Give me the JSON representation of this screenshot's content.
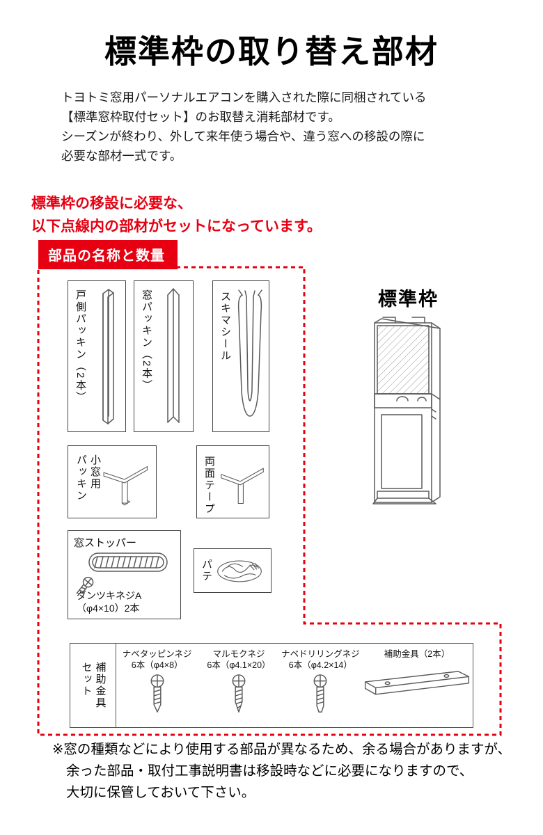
{
  "colors": {
    "accent": "#e60012",
    "label_bg": "#d7000f",
    "line_art": "#5a5a5a"
  },
  "header": {
    "title": "標準枠の取り替え部材"
  },
  "intro": {
    "text": "トヨトミ窓用パーソナルエアコンを購入された際に同梱されている\n【標準窓枠取付セット】のお取替え消耗部材です。\nシーズンが終わり、外して来年使う場合や、違う窓への移設の際に\n必要な部材一式です。"
  },
  "red_note": {
    "text": "標準枠の移設に必要な、\n以下点線内の部材がセットになっています。"
  },
  "section": {
    "label": "部品の名称と数量"
  },
  "parts": {
    "door_packing": {
      "label": "戸側パッキン（2本）"
    },
    "window_packing": {
      "label": "窓パッキン（2本）"
    },
    "gap_seal": {
      "label": "スキマシール"
    },
    "small_window_packing": {
      "label": "小窓用\nパッキン"
    },
    "double_sided_tape": {
      "label": "両面テープ"
    },
    "window_stopper": {
      "label": "窓ストッパー",
      "screw_note": "ダンツキネジA\n（φ4×10）2本"
    },
    "putty": {
      "label": "パテ"
    }
  },
  "frame": {
    "label": "標準枠"
  },
  "table": {
    "left_label": "補助金具\nセット",
    "columns": [
      {
        "label": "ナベタッピンネジ\n6本（φ4×8）"
      },
      {
        "label": "マルモクネジ\n6本（φ4.1×20）"
      },
      {
        "label": "ナベドリリングネジ\n6本（φ4.2×14）"
      },
      {
        "label": "補助金具（2本）"
      }
    ]
  },
  "footnote": {
    "line1": "※窓の種類などにより使用する部品が異なるため、余る場合がありますが、",
    "line2": "余った部品・取付工事説明書は移設時などに必要になりますので、",
    "line3": "大切に保管しておいて下さい。"
  }
}
